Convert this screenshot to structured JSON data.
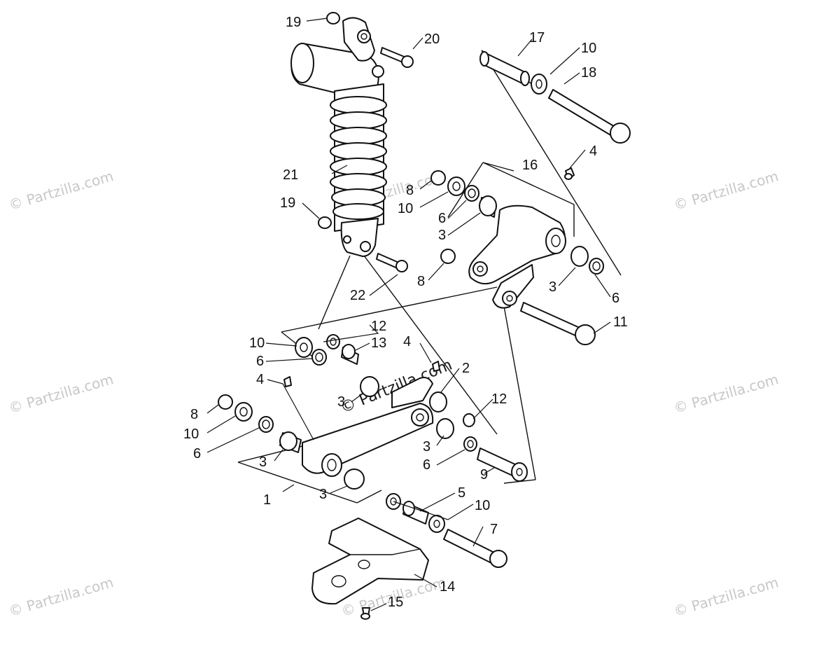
{
  "watermark": {
    "text": "© Partzilla.com"
  },
  "labels": {
    "l1": "1",
    "l2": "2",
    "l3a": "3",
    "l3b": "3",
    "l3c": "3",
    "l3d": "3",
    "l3e": "3",
    "l3f": "3",
    "l4a": "4",
    "l4b": "4",
    "l4c": "4",
    "l5": "5",
    "l6a": "6",
    "l6b": "6",
    "l6c": "6",
    "l6d": "6",
    "l6e": "6",
    "l7": "7",
    "l8a": "8",
    "l8b": "8",
    "l8c": "8",
    "l9": "9",
    "l10a": "10",
    "l10b": "10",
    "l10c": "10",
    "l10d": "10",
    "l10e": "10",
    "l11": "11",
    "l12a": "12",
    "l12b": "12",
    "l13": "13",
    "l14": "14",
    "l15": "15",
    "l16": "16",
    "l17": "17",
    "l18": "18",
    "l19a": "19",
    "l19b": "19",
    "l20": "20",
    "l21": "21",
    "l22": "22"
  }
}
